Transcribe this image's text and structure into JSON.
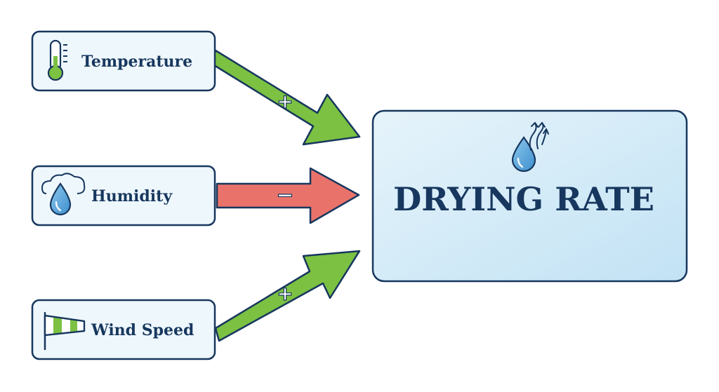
{
  "factors": [
    {
      "label": "Temperature",
      "icon": "thermometer-icon",
      "effect": "+"
    },
    {
      "label": "Humidity",
      "icon": "cloud-droplet-icon",
      "effect": "−"
    },
    {
      "label": "Wind Speed",
      "icon": "windsock-icon",
      "effect": "+"
    }
  ],
  "target": {
    "label": "DRYING RATE",
    "icon": "evaporating-drop-icon"
  },
  "colors": {
    "outline": "#17375e",
    "positive": "#7cc142",
    "negative": "#e9736b",
    "target_fill": "#cfe9f6",
    "water": "#5ba8dc"
  }
}
